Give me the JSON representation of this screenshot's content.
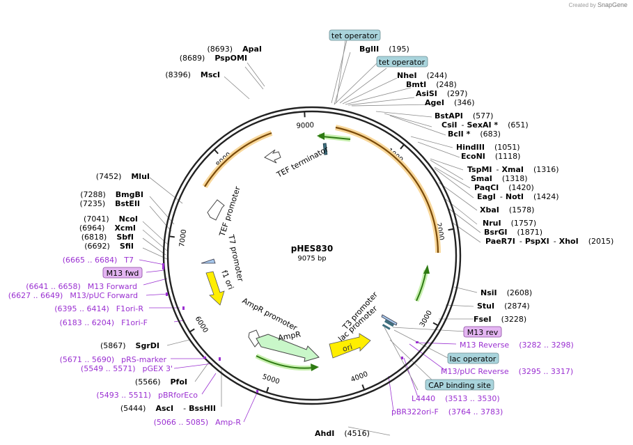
{
  "credit": {
    "prefix": "Created by",
    "brand": "SnapGene"
  },
  "plasmid": {
    "name": "pHES830",
    "length_label": "9075 bp",
    "total_bp": 9075
  },
  "ticks": [
    {
      "pos": 1000,
      "label": "1000"
    },
    {
      "pos": 2000,
      "label": "2000"
    },
    {
      "pos": 3000,
      "label": "3000"
    },
    {
      "pos": 4000,
      "label": "4000"
    },
    {
      "pos": 5000,
      "label": "5000"
    },
    {
      "pos": 6000,
      "label": "6000"
    },
    {
      "pos": 7000,
      "label": "7000"
    },
    {
      "pos": 8000,
      "label": "8000"
    },
    {
      "pos": 9000,
      "label": "9000"
    }
  ],
  "features": [
    {
      "name": "TEF terminator",
      "label": "TEF terminator"
    },
    {
      "name": "TEF promoter",
      "label": "TEF promoter"
    },
    {
      "name": "T7 promoter",
      "label": "T7 promoter"
    },
    {
      "name": "f1 ori",
      "label": "f1 ori"
    },
    {
      "name": "AmpR promoter",
      "label": "AmpR promoter"
    },
    {
      "name": "AmpR",
      "label": "AmpR"
    },
    {
      "name": "ori",
      "label": "ori"
    },
    {
      "name": "lac promoter",
      "label": "lac promoter"
    },
    {
      "name": "T3 promoter",
      "label": "T3 promoter"
    }
  ],
  "sites_right": [
    {
      "name": "BglII",
      "pos": "(195)"
    },
    {
      "name": "NheI",
      "pos": "(244)"
    },
    {
      "name": "BmtI",
      "pos": "(248)"
    },
    {
      "name": "AsiSI",
      "pos": "(297)"
    },
    {
      "name": "AgeI",
      "pos": "(346)"
    },
    {
      "name": "BstAPI",
      "pos": "(577)"
    },
    {
      "name": "CsiI",
      "name2": "SexAI *",
      "pos": "(651)"
    },
    {
      "name": "BclI *",
      "pos": "(683)"
    },
    {
      "name": "HindIII",
      "pos": "(1051)"
    },
    {
      "name": "EcoNI",
      "pos": "(1118)"
    },
    {
      "name": "TspMI",
      "name2": "XmaI",
      "pos": "(1316)"
    },
    {
      "name": "SmaI",
      "pos": "(1318)"
    },
    {
      "name": "PaqCI",
      "pos": "(1420)"
    },
    {
      "name": "EagI",
      "name2": "NotI",
      "pos": "(1424)"
    },
    {
      "name": "XbaI",
      "pos": "(1578)"
    },
    {
      "name": "NruI",
      "pos": "(1757)"
    },
    {
      "name": "BsrGI",
      "pos": "(1871)"
    },
    {
      "name": "PaeR7I",
      "name2": "PspXI",
      "name3": "XhoI",
      "pos": "(2015)"
    },
    {
      "name": "NsiI",
      "pos": "(2608)"
    },
    {
      "name": "StuI",
      "pos": "(2874)"
    },
    {
      "name": "FseI",
      "pos": "(3228)"
    },
    {
      "name": "AhdI",
      "pos": "(4516)"
    }
  ],
  "sites_left": [
    {
      "name": "ApaI",
      "pos": "(8693)"
    },
    {
      "name": "PspOMI",
      "pos": "(8689)"
    },
    {
      "name": "MscI",
      "pos": "(8396)"
    },
    {
      "name": "MluI",
      "pos": "(7452)"
    },
    {
      "name": "BmgBI",
      "pos": "(7288)"
    },
    {
      "name": "BstEII",
      "pos": "(7235)"
    },
    {
      "name": "NcoI",
      "pos": "(7041)"
    },
    {
      "name": "XcmI",
      "pos": "(6964)"
    },
    {
      "name": "SbfI",
      "pos": "(6818)"
    },
    {
      "name": "SfiI",
      "pos": "(6692)"
    },
    {
      "name": "SgrDI",
      "pos": "(5867)"
    },
    {
      "name": "PfoI",
      "pos": "(5566)"
    },
    {
      "name": "AscI",
      "name2": "BssHII",
      "pos": "(5444)"
    }
  ],
  "primers": [
    {
      "range": "(6665 .. 6684)",
      "name": "T7"
    },
    {
      "range": "(6641 .. 6658)",
      "name": "M13 Forward"
    },
    {
      "range": "(6627 .. 6649)",
      "name": "M13/pUC Forward"
    },
    {
      "range": "(6395 .. 6414)",
      "name": "F1ori-R"
    },
    {
      "range": "(6183 .. 6204)",
      "name": "F1ori-F"
    },
    {
      "range": "(5671 .. 5690)",
      "name": "pRS-marker"
    },
    {
      "range": "(5549 .. 5571)",
      "name": "pGEX 3'"
    },
    {
      "range": "(5493 .. 5511)",
      "name": "pBRforEco"
    },
    {
      "range": "(5066 .. 5085)",
      "name": "Amp-R"
    },
    {
      "range": "(3282 .. 3298)",
      "name": "M13 Reverse"
    },
    {
      "range": "(3295 .. 3317)",
      "name": "M13/pUC Reverse"
    },
    {
      "range": "(3513 .. 3530)",
      "name": "L4440"
    },
    {
      "range": "(3764 .. 3783)",
      "name": "pBR322ori-F"
    }
  ],
  "boxes": [
    {
      "label": "tet operator"
    },
    {
      "label": "tet operator"
    },
    {
      "label": "M13 fwd"
    },
    {
      "label": "M13 rev"
    },
    {
      "label": "lac operator"
    },
    {
      "label": "CAP binding site"
    }
  ],
  "colors": {
    "primer": "#9a2fd1",
    "box_blue": "#a9d4dc",
    "box_purple": "#e4b6f2",
    "yellow": "#ffee00",
    "green_arrow": "#c9f7c9",
    "orange_arc": "#e8a33a",
    "green_arc": "#3f8f1f"
  }
}
